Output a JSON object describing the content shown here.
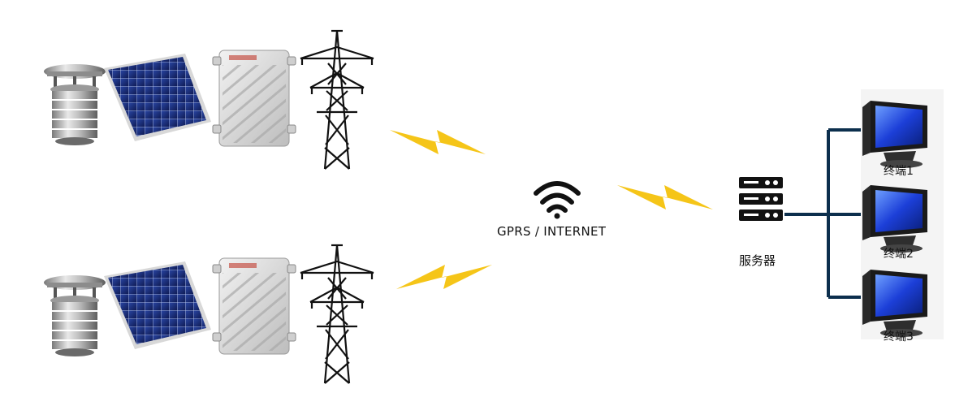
{
  "network": {
    "label": "GPRS / INTERNET",
    "icon": "wifi-icon"
  },
  "server": {
    "label": "服务器",
    "icon": "server-rack-icon"
  },
  "terminals": [
    {
      "label": "终端1"
    },
    {
      "label": "终端2"
    },
    {
      "label": "终端3"
    }
  ],
  "stations": [
    {
      "components": [
        "weather-sensor",
        "solar-panel",
        "data-logger-box",
        "power-tower"
      ]
    },
    {
      "components": [
        "weather-sensor",
        "solar-panel",
        "data-logger-box",
        "power-tower"
      ]
    }
  ],
  "colors": {
    "lightning": "#f5c518",
    "connector": "#0c2f4d",
    "panel_cell": "#1b2f80",
    "screen": "#1c3fd8"
  }
}
